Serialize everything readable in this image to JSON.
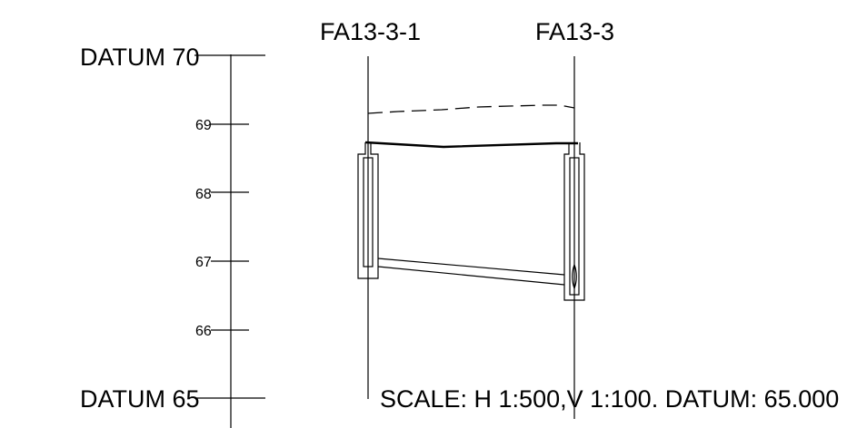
{
  "datum": {
    "top_label": "DATUM 70",
    "bottom_label": "DATUM 65",
    "ticks": [
      "69",
      "68",
      "67",
      "66"
    ]
  },
  "manholes": {
    "left_label": "FA13-3-1",
    "right_label": "FA13-3"
  },
  "scale_note": "SCALE: H 1:500,V 1:100. DATUM: 65.000"
}
